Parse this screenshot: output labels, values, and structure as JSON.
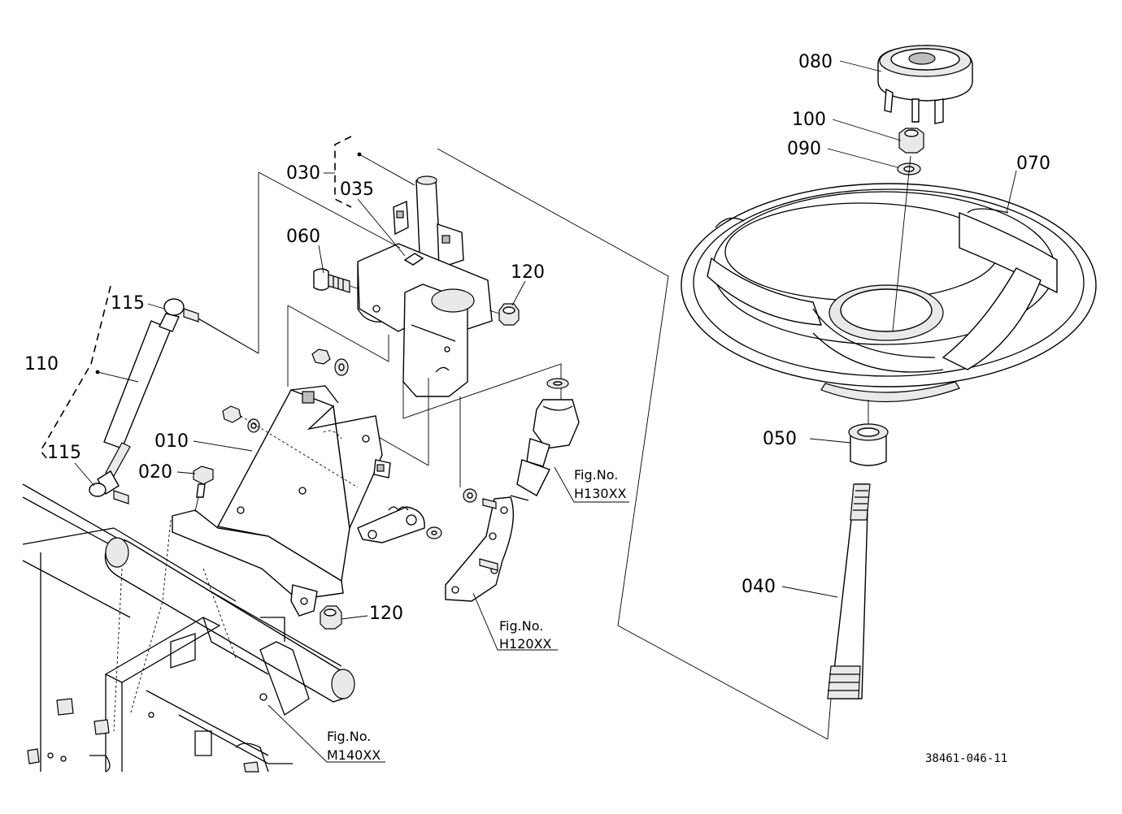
{
  "parts": [
    {
      "id": "p080",
      "number": "080"
    },
    {
      "id": "p100",
      "number": "100"
    },
    {
      "id": "p090",
      "number": "090"
    },
    {
      "id": "p070",
      "number": "070"
    },
    {
      "id": "p030",
      "number": "030"
    },
    {
      "id": "p035",
      "number": "035"
    },
    {
      "id": "p060",
      "number": "060"
    },
    {
      "id": "p120a",
      "number": "120"
    },
    {
      "id": "p115a",
      "number": "115"
    },
    {
      "id": "p110",
      "number": "110"
    },
    {
      "id": "p010",
      "number": "010"
    },
    {
      "id": "p020",
      "number": "020"
    },
    {
      "id": "p115b",
      "number": "115"
    },
    {
      "id": "p120b",
      "number": "120"
    },
    {
      "id": "p050",
      "number": "050"
    },
    {
      "id": "p040",
      "number": "040"
    }
  ],
  "figure_refs": [
    {
      "id": "h130",
      "caption": "Fig.No.",
      "code": "H130XX"
    },
    {
      "id": "h120",
      "caption": "Fig.No.",
      "code": "H120XX"
    },
    {
      "id": "m140",
      "caption": "Fig.No.",
      "code": "M140XX"
    }
  ],
  "drawing_code": "38461-046-11"
}
